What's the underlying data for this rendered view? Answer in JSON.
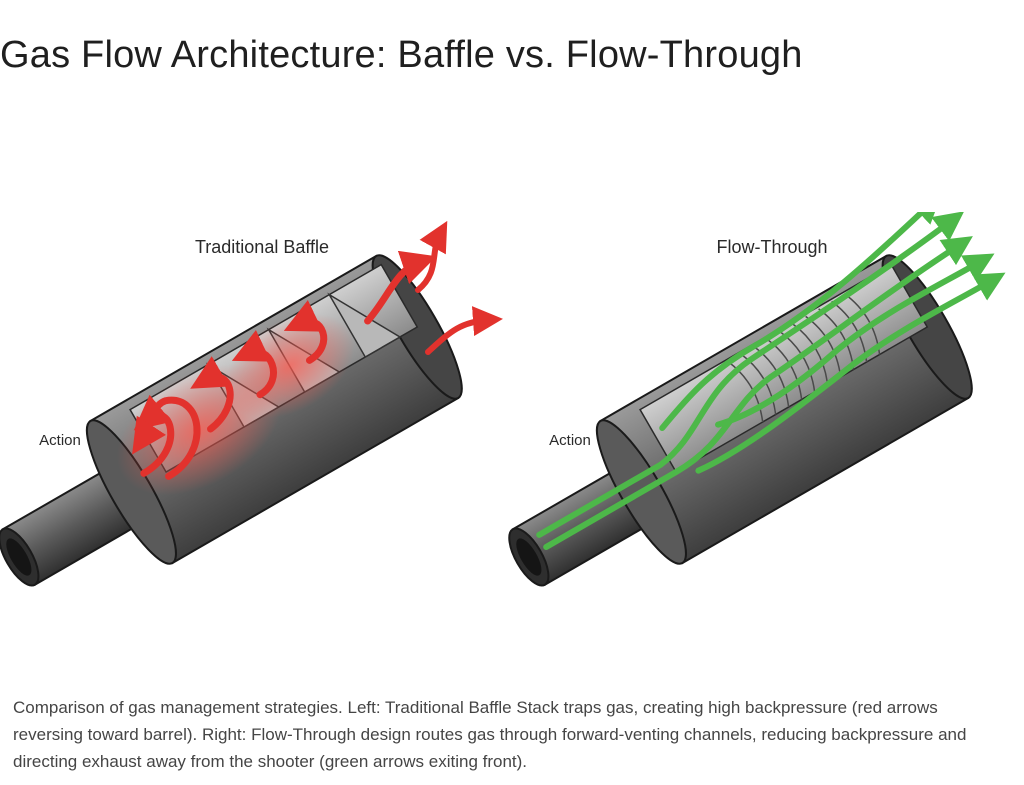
{
  "page": {
    "title": "Gas Flow Architecture: Baffle vs. Flow-Through",
    "caption": "Comparison of gas management strategies. Left: Traditional Baffle Stack traps gas, creating high backpressure (red arrows reversing toward barrel). Right: Flow-Through design routes gas through forward-venting channels, reducing backpressure and directing exhaust away from the shooter (green arrows exiting front)."
  },
  "diagrams": {
    "baffle": {
      "title": "Traditional Baffle",
      "end_label": "Action",
      "arrow_color": "#e2322d"
    },
    "flow_through": {
      "title": "Flow-Through",
      "end_label": "Action",
      "arrow_color": "#4db849"
    }
  }
}
